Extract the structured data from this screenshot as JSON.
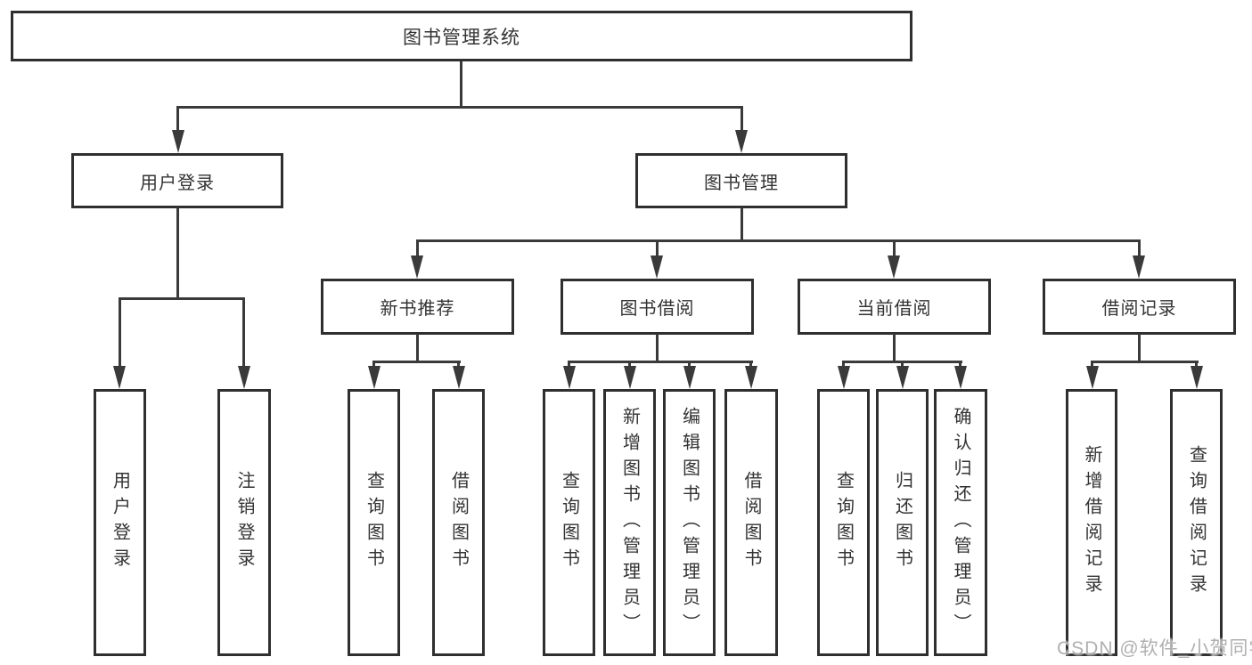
{
  "diagram": {
    "root": "图书管理系统",
    "user_login": {
      "label": "用户登录",
      "children": [
        "用户登录",
        "注销登录"
      ]
    },
    "book_mgmt": {
      "label": "图书管理",
      "sections": {
        "new_books": {
          "label": "新书推荐",
          "children": [
            "查询图书",
            "借阅图书"
          ]
        },
        "book_borrow": {
          "label": "图书借阅",
          "children": [
            "查询图书",
            "新增图书（管理员）",
            "编辑图书（管理员）",
            "借阅图书"
          ]
        },
        "current_borrow": {
          "label": "当前借阅",
          "children": [
            "查询图书",
            "归还图书",
            "确认归还（管理员）"
          ]
        },
        "borrow_records": {
          "label": "借阅记录",
          "children": [
            "新增借阅记录",
            "查询借阅记录"
          ]
        }
      }
    }
  },
  "watermark": {
    "text": "CSDN @软件_小贺同学"
  },
  "colors": {
    "background": "#ffffff",
    "box_border": "#2f2f2f",
    "line": "#3a3a3a",
    "text": "#333333",
    "watermark": "#b0b0b0"
  }
}
